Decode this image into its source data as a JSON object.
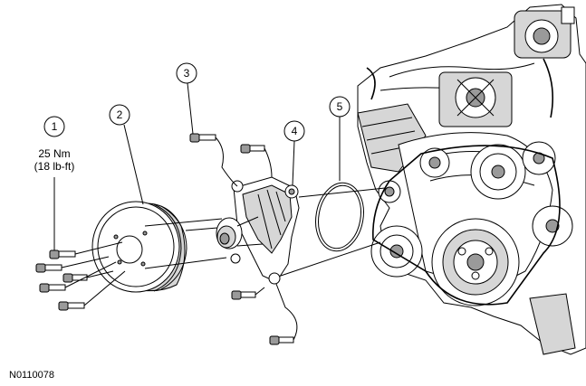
{
  "callouts": {
    "c1": "1",
    "c2": "2",
    "c3": "3",
    "c4": "4",
    "c5": "5"
  },
  "torque": {
    "line1": "25 Nm",
    "line2": "(18 lb-ft)"
  },
  "figure_id": "N0110078",
  "colors": {
    "line": "#000000",
    "shade": "#d6d6d6",
    "dark": "#9a9a9a",
    "background": "#ffffff"
  }
}
